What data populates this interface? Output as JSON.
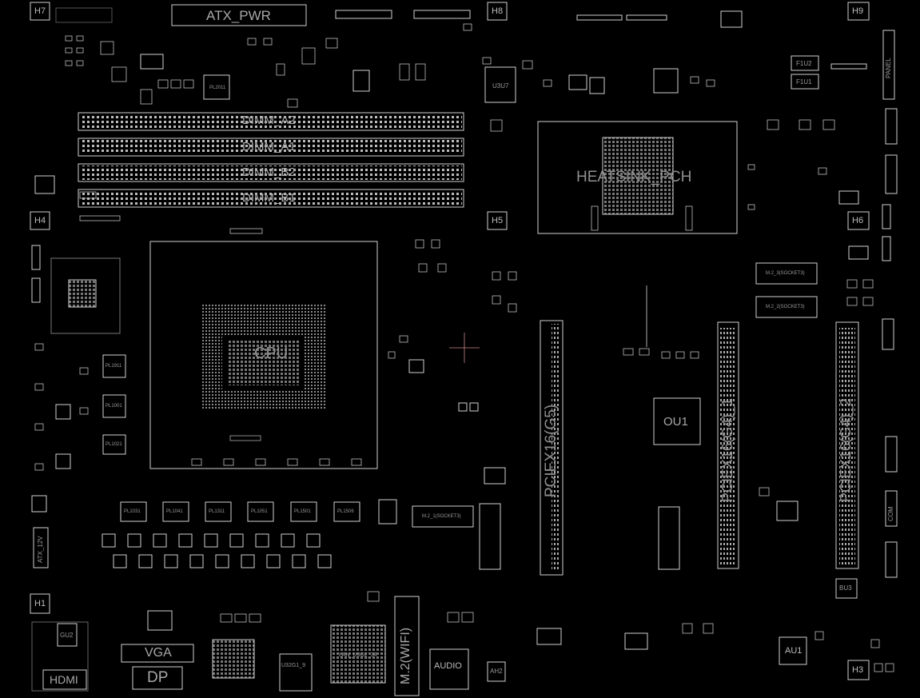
{
  "labels": {
    "h7": "H7",
    "h8": "H8",
    "h9": "H9",
    "h4": "H4",
    "h5": "H5",
    "h6": "H6",
    "h1": "H1",
    "h3": "H3",
    "atx_pwr": "ATX_PWR",
    "atx_12v": "ATX_12V",
    "dimm_a2": "DIMM_A2",
    "dimm_a1": "DIMM_A1",
    "dimm_b2": "DIMM_B2",
    "dimm_b1": "DIMM_B1",
    "cpu": "CPU",
    "pl2011": "PL2011",
    "pl1911": "PL1911",
    "pl1001": "PL1001",
    "pl1021": "PL1021",
    "pl1031": "PL1031",
    "pl1041": "PL1041",
    "pl1311": "PL1311",
    "pl1051": "PL1051",
    "pl1501": "PL1501",
    "pl1506": "PL1506",
    "u3u7": "U3U7",
    "heatsink_pch": "HEATSINK_PCH",
    "f1u2": "F1U2",
    "f1u1": "F1U1",
    "panel": "PANEL",
    "m2_3": "M.2_3(SOCKET3)",
    "m2_2": "M.2_2(SOCKET3)",
    "m2_1": "M.2_1(SOCKET3)",
    "pciex16_g5": "PCIEX16(G5)",
    "pciex16_g4_1": "PCIEX16(G4)_1",
    "pciex16_g4_2": "PCIEX16(G4)_2",
    "ou1": "OU1",
    "bu3": "BU3",
    "au1": "AU1",
    "hdmi": "HDMI",
    "vga": "VGA",
    "dp": "DP",
    "u32g1": "U32G1_9",
    "lan": "LAN_U3G2_34",
    "m2_wifi": "M.2(WIFI)",
    "audio": "AUDIO",
    "ah2": "AH2",
    "gu2": "GU2",
    "com": "COM"
  }
}
